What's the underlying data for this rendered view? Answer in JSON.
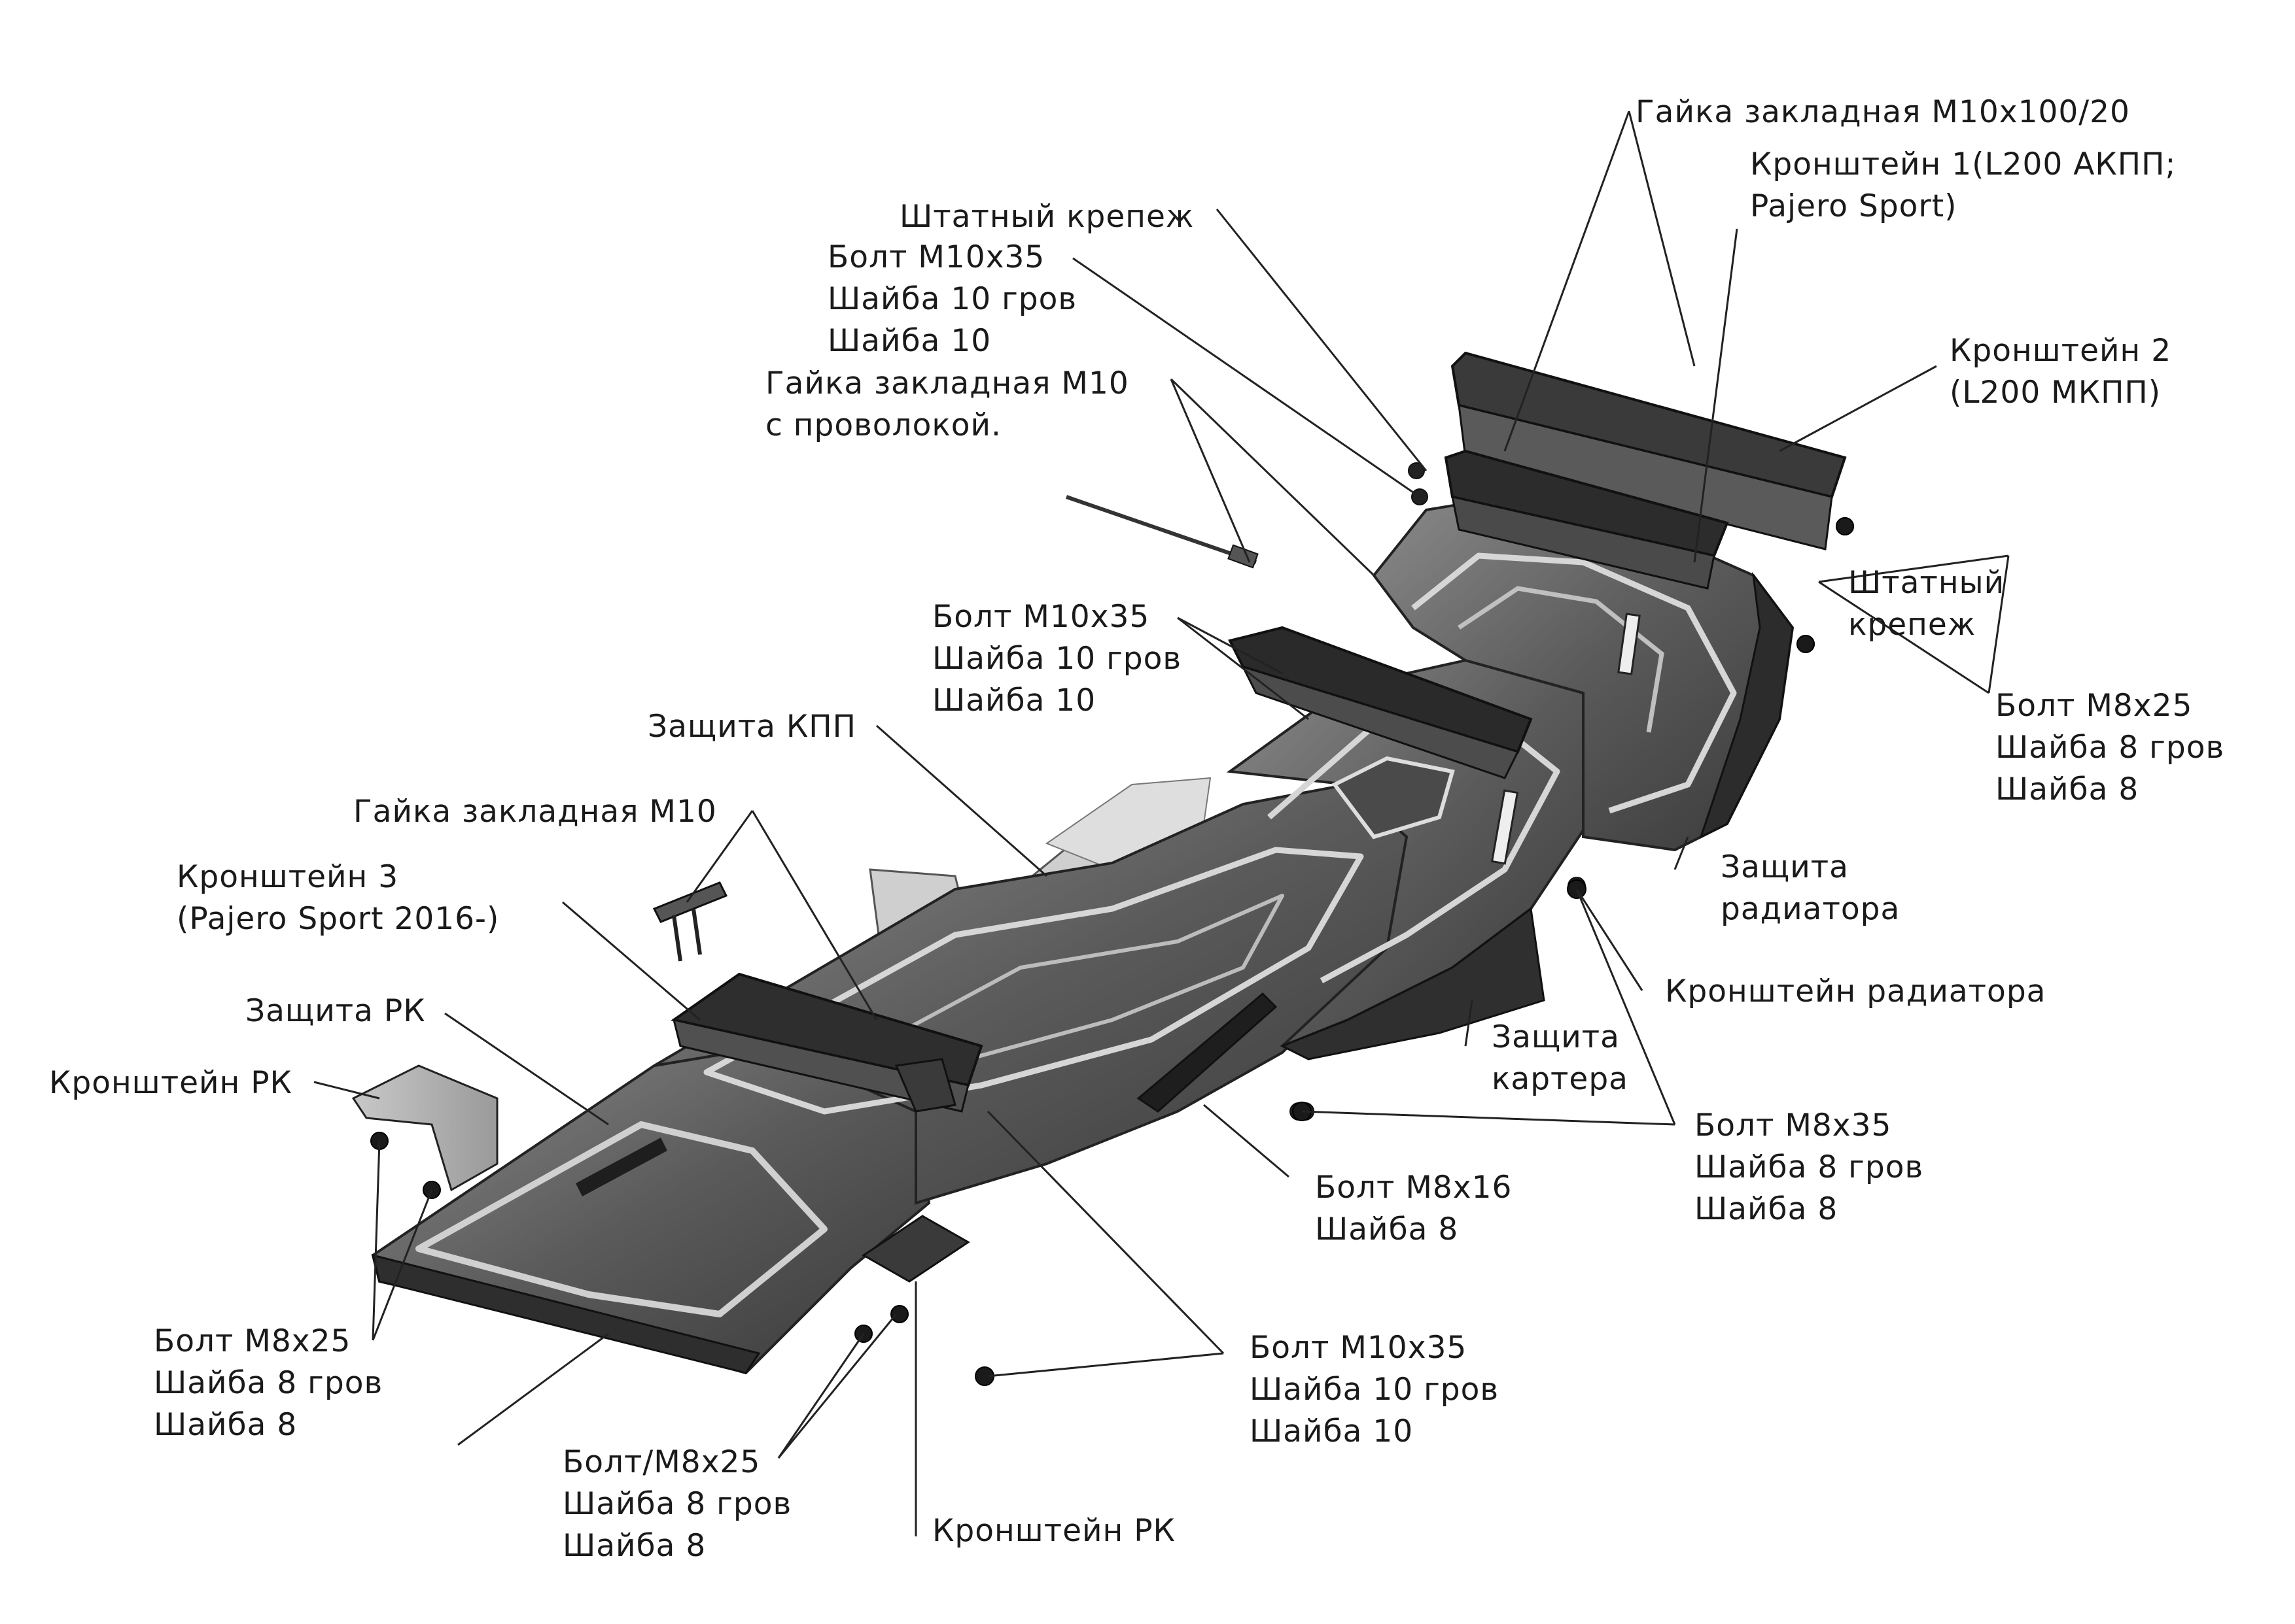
{
  "labels": {
    "gaika_m10_100_20": "Гайка закладная М10х100/20",
    "kronshtein_1": [
      "Кронштейн 1(L200 АКПП;",
      "Pajero Sport)"
    ],
    "shtatny_krepezh_top": "Штатный крепеж",
    "bolt_m10_top": [
      "Болт М10х35",
      "Шайба 10 гров",
      "Шайба 10"
    ],
    "gaika_m10_wire": [
      "Гайка закладная М10",
      "с проволокой."
    ],
    "kronshtein_2": [
      "Кронштейн 2",
      "(L200 МКПП)"
    ],
    "shtatny_krepezh_right": [
      "Штатный",
      "крепеж"
    ],
    "bolt_m10_mid": [
      "Болт М10х35",
      "Шайба 10 гров",
      "Шайба 10"
    ],
    "bolt_m8x25_right": [
      "Болт М8х25",
      "Шайба 8 гров",
      "Шайба 8"
    ],
    "zashchita_kpp": "Защита КПП",
    "gaika_m10": "Гайка закладная М10",
    "zashchita_radiatora": [
      "Защита",
      "радиатора"
    ],
    "kronshtein_3": [
      "Кронштейн 3",
      "(Pajero Sport 2016-)"
    ],
    "kronshtein_radiatora": "Кронштейн радиатора",
    "zashchita_rk": "Защита РК",
    "zashchita_kartera": [
      "Защита",
      "картера"
    ],
    "kronshtein_rk_left": "Кронштейн РК",
    "bolt_m8x35": [
      "Болт М8х35",
      "Шайба 8 гров",
      "Шайба 8"
    ],
    "bolt_m8x16": [
      "Болт М8х16",
      "Шайба 8"
    ],
    "bolt_m8x25_left": [
      "Болт М8х25",
      "Шайба 8 гров",
      "Шайба 8"
    ],
    "bolt_m10_bottom": [
      "Болт М10х35",
      "Шайба 10 гров",
      "Шайба 10"
    ],
    "bolt_m8x25_bottom": [
      "Болт/М8х25",
      "Шайба 8 гров",
      "Шайба 8"
    ],
    "kronshtein_rk_bottom": "Кронштейн РК"
  },
  "colors": {
    "background": "#ffffff",
    "metal_dark": "#3c3c3c",
    "metal_mid": "#6e6e6e",
    "metal_light": "#a8a8a8",
    "rib_highlight": "#d8d8d8",
    "leader_line": "#222222",
    "text": "#1a1a1a"
  }
}
